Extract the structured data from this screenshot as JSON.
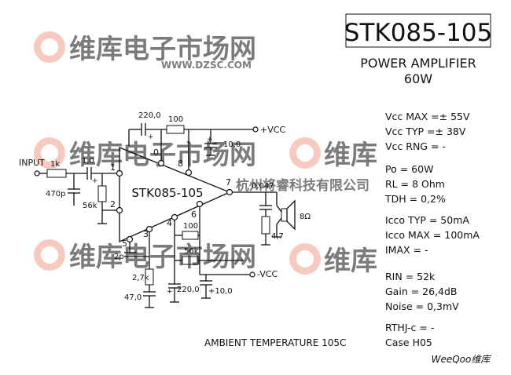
{
  "title": "STK085-105",
  "subtitle": "POWER AMPLIFIER",
  "power": "60W",
  "chip_label": "STK085-105",
  "ambient": "AMBIENT TEMPERATURE 105C",
  "case_text": "Case H05",
  "brand": "WeeQoo维库",
  "watermark": {
    "main": "维库电子市场网",
    "url": "WWW.DZSC.COM",
    "side": "维库",
    "center": "杭州将睿科技有限公司"
  },
  "specs": {
    "vcc_max": "Vcc MAX =± 55V",
    "vcc_typ": "Vcc TYP =± 38V",
    "vcc_rng": "Vcc RNG =  -",
    "po": "Po  = 60W",
    "rl": "RL  = 8 Ohm",
    "tdh": "TDH = 0,2%",
    "icco_typ": "Icco TYP = 50mA",
    "icco_max": "Icco MAX = 100mA",
    "imax": "IMAX  =   -",
    "rin": "RIN  = 52k",
    "gain": "Gain = 26,4dB",
    "noise": "Noise = 0,3mV",
    "rthj": "RTHJ-c = -"
  },
  "schematic": {
    "input": "INPUT",
    "r_in": "1k",
    "c_in": "1,0",
    "c_470p": "470p",
    "r_56k_in": "56k",
    "c_220": "220,0",
    "r_100_top": "100",
    "vcc_plus": "+VCC",
    "c_10": "10,0",
    "c_0047": "0,047",
    "r_47": "4,7",
    "speaker": "8Ω",
    "r_100_mid": "100",
    "r_56k_mid": "56k",
    "vcc_minus": "-VCC",
    "c_2p": "2p",
    "r_27k": "2,7k",
    "c_47": "47,0",
    "c_220b": "220,0",
    "c_10b": "+10,0",
    "plus_sign": "+",
    "pins": [
      "1",
      "2",
      "3",
      "4",
      "5",
      "6",
      "7",
      "8",
      "0"
    ]
  }
}
